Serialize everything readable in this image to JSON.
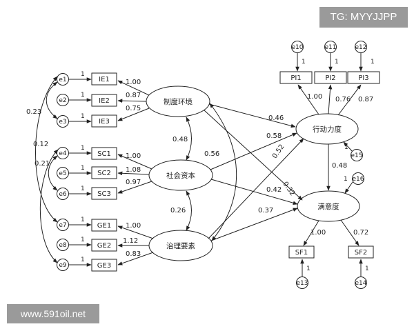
{
  "watermarks": {
    "top": "TG: MYYJJPP",
    "bottom": "www.591oil.net"
  },
  "latent": {
    "env": "制度环境",
    "soc": "社会资本",
    "gov": "治理要素",
    "act": "行动力度",
    "sat": "满意度"
  },
  "indicators": {
    "IE1": "IE1",
    "IE2": "IE2",
    "IE3": "IE3",
    "SC1": "SC1",
    "SC2": "SC2",
    "SC3": "SC3",
    "GE1": "GE1",
    "GE2": "GE2",
    "GE3": "GE3",
    "PI1": "PI1",
    "PI2": "PI2",
    "PI3": "PI3",
    "SF1": "SF1",
    "SF2": "SF2"
  },
  "errors": {
    "e1": "e1",
    "e2": "e2",
    "e3": "e3",
    "e4": "e4",
    "e5": "e5",
    "e6": "e6",
    "e7": "e7",
    "e8": "e8",
    "e9": "e9",
    "e10": "e10",
    "e11": "e11",
    "e12": "e12",
    "e13": "e13",
    "e14": "e14",
    "e15": "e15",
    "e16": "e16"
  },
  "loadings": {
    "IE1": "1.00",
    "IE2": "0.87",
    "IE3": "0.75",
    "SC1": "1.00",
    "SC2": "1.08",
    "SC3": "0.97",
    "GE1": "1.00",
    "GE2": "1.12",
    "GE3": "0.83",
    "PI1": "1.00",
    "PI2": "0.76",
    "PI3": "0.87",
    "SF1": "1.00",
    "SF2": "0.72"
  },
  "fixed": "1",
  "paths": {
    "env_act": "0.46",
    "soc_act": "0.58",
    "gov_act": "0.52",
    "env_sat": "0.32",
    "soc_sat": "0.42",
    "gov_sat": "0.37",
    "act_sat": "0.48"
  },
  "covariances": {
    "env_soc": "0.48",
    "soc_gov": "0.26",
    "env_gov": "0.56",
    "e1_e3": "0.23",
    "e4_e6": "0.21",
    "e4_e9": "0.12"
  }
}
